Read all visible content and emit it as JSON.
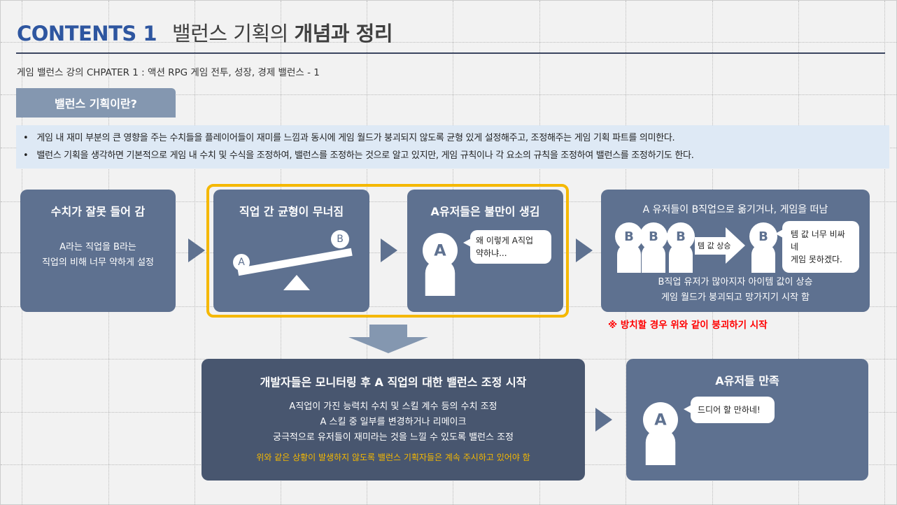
{
  "header": {
    "contents_label": "CONTENTS 1",
    "title_light": "밸런스 기획의",
    "title_bold": "개념과 정리",
    "subtitle": "게임 밸런스 강의 CHPATER 1 : 액션 RPG 게임 전투, 성장, 경제 밸런스 - 1"
  },
  "section": {
    "label": "밸런스 기획이란?"
  },
  "bullets": [
    "게임 내 재미 부분의 큰 영향을 주는 수치들을 플레이어들이 재미를 느낌과 동시에 게임 월드가 붕괴되지 않도록 균형 있게 설정해주고, 조정해주는 게임 기획 파트를 의미한다.",
    "밸런스 기획을 생각하면 기본적으로 게임 내 수치 및 수식을 조정하여, 밸런스를 조정하는 것으로 알고 있지만, 게임 규칙이나 각 요소의 규칙을 조정하여 밸런스를 조정하기도 한다."
  ],
  "flow": {
    "step1": {
      "title": "수치가 잘못 들어 감",
      "line1": "A라는 직업을 B라는",
      "line2": "직업의 비해 너무 약하게 설정"
    },
    "step2": {
      "title": "직업 간 균형이 무너짐",
      "a": "A",
      "b": "B"
    },
    "step3": {
      "title": "A유저들은 불만이 생김",
      "person": "A",
      "bubble1": "왜 이렇게 A직업",
      "bubble2": "약하냐..."
    },
    "step4": {
      "title": "A 유저들이 B직업으로 옮기거나, 게임을 떠남",
      "b": "B",
      "arrow_label": "템 값 상승",
      "bubble1": "템 값 너무 비싸네",
      "bubble2": "게임 못하겠다.",
      "line1": "B직업 유저가 많아지자 아이템 값이 상승",
      "line2": "게임 월드가 붕괴되고 망가지기 시작 함"
    },
    "warning": "※ 방치할 경우 위와 같이 붕괴하기 시작",
    "step5": {
      "title": "개발자들은 모니터링 후 A 직업의 대한 밸런스 조정 시작",
      "line1": "A직업이 가진 능력치 수치 및 스킬 계수 등의 수치 조정",
      "line2": "A 스킬 중 일부를 변경하거나 리메이크",
      "line3": "궁극적으로 유저들이 재미라는 것을 느낄 수 있도록 밸런스 조정",
      "note": "위와 같은 상황이 발생하지 않도록 밸런스 기획자들은 계속 주시하고 있어야 함"
    },
    "step6": {
      "title": "A유저들 만족",
      "person": "A",
      "bubble": "드디어 할 만하네!"
    }
  },
  "colors": {
    "accent": "#2e56a0",
    "box": "#5e7190",
    "dark_box": "#48566f",
    "highlight": "#f5b800",
    "warning": "#ff0000"
  }
}
